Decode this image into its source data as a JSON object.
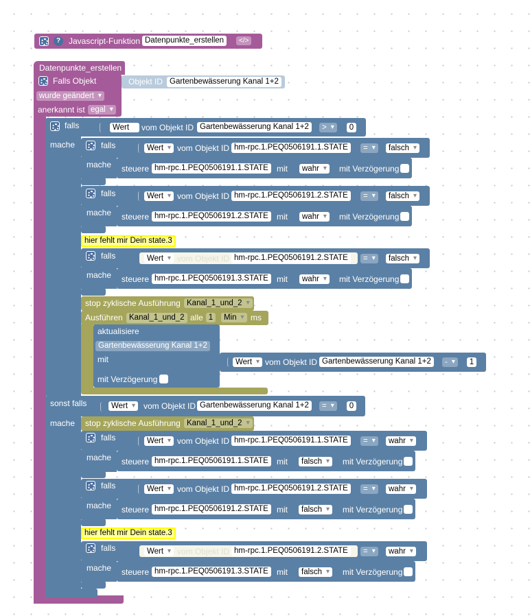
{
  "func_header": {
    "label": "Javascript-Funktion",
    "name": "Datenpunkte_erstellen",
    "code_btn": "</>"
  },
  "func_def": {
    "name": "Datenpunkte_erstellen"
  },
  "trigger": {
    "label": "Falls Objekt",
    "object_id_label": "Objekt ID",
    "object_id": "Gartenbewässerung Kanal 1+2",
    "event": "wurde geändert",
    "ack_label": "anerkannt ist",
    "ack": "egal"
  },
  "kw": {
    "falls": "falls",
    "mache": "mache",
    "sonst_falls": "sonst falls",
    "wert": "Wert",
    "vom_obj": "vom Objekt ID",
    "steuere": "steuere",
    "mit": "mit",
    "mit_verz": "mit Verzögerung",
    "aktualisiere": "aktualisiere",
    "mit_verz2": "mit Verzögerung"
  },
  "main_if": {
    "id": "Gartenbewässerung Kanal 1+2",
    "op": ">",
    "val": "0"
  },
  "b1": {
    "id": "hm-rpc.1.PEQ0506191.1.STATE",
    "op": "=",
    "val": "falsch",
    "set_id": "hm-rpc.1.PEQ0506191.1.STATE",
    "set_val": "wahr"
  },
  "b2": {
    "id": "hm-rpc.1.PEQ0506191.2.STATE",
    "op": "=",
    "val": "falsch",
    "set_id": "hm-rpc.1.PEQ0506191.2.STATE",
    "set_val": "wahr"
  },
  "comment1": "hier fehlt mir Dein state.3",
  "b3": {
    "id": "hm-rpc.1.PEQ0506191.2.STATE",
    "op": "=",
    "val": "falsch",
    "set_id": "hm-rpc.1.PEQ0506191.3.STATE",
    "set_val": "wahr"
  },
  "stop1": {
    "label": "stop zyklische Ausführung",
    "name": "Kanal_1_und_2"
  },
  "exec": {
    "label": "Ausführen",
    "name": "Kanal_1_und_2",
    "alle": "alle",
    "n": "1",
    "unit": "Min",
    "ms": "ms"
  },
  "update": {
    "id": "Gartenbewässerung Kanal 1+2",
    "expr_id": "Gartenbewässerung Kanal 1+2",
    "op": "-",
    "val": "1"
  },
  "else_if": {
    "id": "Gartenbewässerung Kanal 1+2",
    "op": "=",
    "val": "0"
  },
  "stop2": {
    "label": "stop zyklische Ausführung",
    "name": "Kanal_1_und_2"
  },
  "c1": {
    "id": "hm-rpc.1.PEQ0506191.1.STATE",
    "op": "=",
    "val": "wahr",
    "set_id": "hm-rpc.1.PEQ0506191.1.STATE",
    "set_val": "falsch"
  },
  "c2": {
    "id": "hm-rpc.1.PEQ0506191.2.STATE",
    "op": "=",
    "val": "wahr",
    "set_id": "hm-rpc.1.PEQ0506191.2.STATE",
    "set_val": "falsch"
  },
  "comment2": "hier fehlt mir Dein state.3",
  "c3": {
    "id": "hm-rpc.1.PEQ0506191.2.STATE",
    "op": "=",
    "val": "wahr",
    "set_id": "hm-rpc.1.PEQ0506191.3.STATE",
    "set_val": "falsch"
  }
}
